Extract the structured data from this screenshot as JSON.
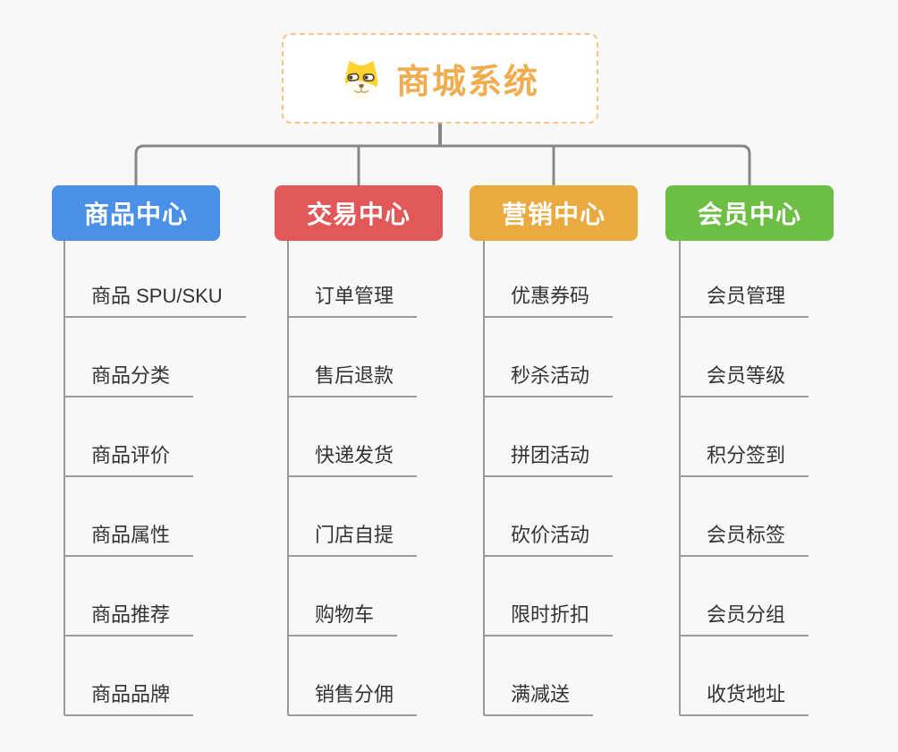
{
  "root": {
    "label": "商城系统",
    "icon": "shiba-dog-icon",
    "text_color": "#f0ac4e",
    "border_color": "#f6c389"
  },
  "branches": [
    {
      "label": "商品中心",
      "color": "#4a90e8",
      "children": [
        "商品 SPU/SKU",
        "商品分类",
        "商品评价",
        "商品属性",
        "商品推荐",
        "商品品牌"
      ]
    },
    {
      "label": "交易中心",
      "color": "#e25757",
      "children": [
        "订单管理",
        "售后退款",
        "快递发货",
        "门店自提",
        "购物车",
        "销售分佣"
      ]
    },
    {
      "label": "营销中心",
      "color": "#ebaa3f",
      "children": [
        "优惠券码",
        "秒杀活动",
        "拼团活动",
        "砍价活动",
        "限时折扣",
        "满减送"
      ]
    },
    {
      "label": "会员中心",
      "color": "#6cbe45",
      "children": [
        "会员管理",
        "会员等级",
        "积分签到",
        "会员标签",
        "会员分组",
        "收货地址"
      ]
    }
  ],
  "connector_color": "#878787",
  "leaf_line_color": "#9b9b9b"
}
